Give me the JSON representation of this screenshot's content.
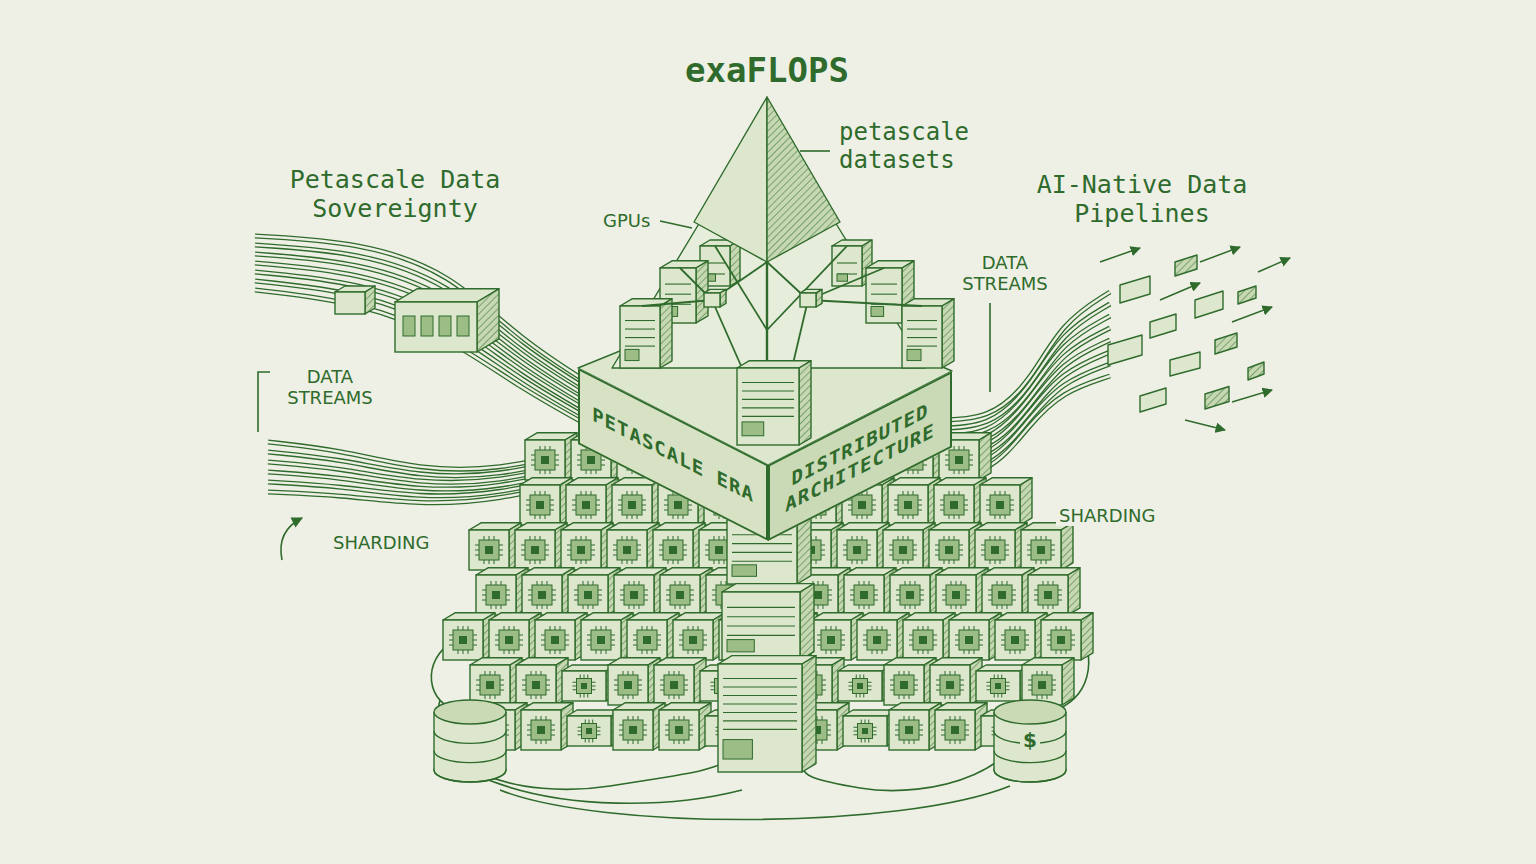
{
  "diagram": {
    "title": "exaFLOPS",
    "nodes": [
      {
        "text": [
          "PETASCALE ERA"
        ]
      },
      {
        "text": [
          "DISTRIBUTED ARCHITECTURE"
        ]
      }
    ],
    "labels": [
      "petascale datasets",
      "GPUs",
      "Petascale Data Sovereignty",
      "AI-Native Data Pipelines",
      "DATA STREAMS",
      "DATA STREAMS",
      "SHARDING",
      "SHARDING",
      "$"
    ]
  }
}
